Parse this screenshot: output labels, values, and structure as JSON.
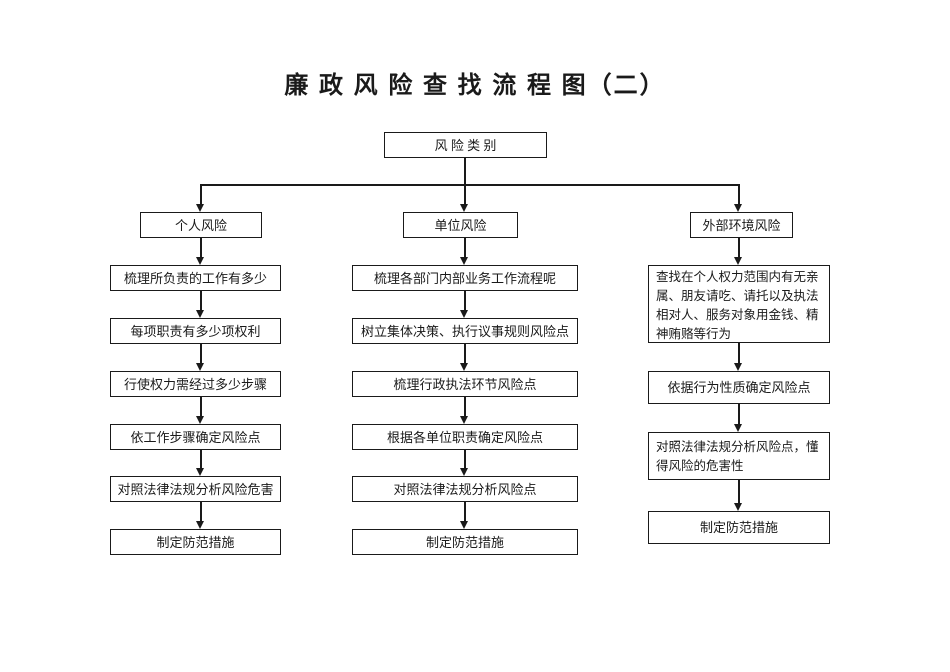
{
  "page": {
    "title": "廉 政 风 险 查 找 流 程 图（二）"
  },
  "flowchart": {
    "root_label": "风 险 类 别",
    "branches": [
      {
        "header": "个人风险",
        "steps": [
          "梳理所负责的工作有多少",
          "每项职责有多少项权利",
          "行使权力需经过多少步骤",
          "依工作步骤确定风险点",
          "对照法律法规分析风险危害",
          "制定防范措施"
        ]
      },
      {
        "header": "单位风险",
        "steps": [
          "梳理各部门内部业务工作流程呢",
          "树立集体决策、执行议事规则风险点",
          "梳理行政执法环节风险点",
          "根据各单位职责确定风险点",
          "对照法律法规分析风险点",
          "制定防范措施"
        ]
      },
      {
        "header": "外部环境风险",
        "steps": [
          "查找在个人权力范围内有无亲属、朋友请吃、请托以及执法相对人、服务对象用金钱、精神贿赂等行为",
          "依据行为性质确定风险点",
          "对照法律法规分析风险点，懂得风险的危害性",
          "制定防范措施"
        ]
      }
    ]
  },
  "colors": {
    "line": "#1a1a1a",
    "text": "#1a1a1a",
    "background": "#ffffff"
  }
}
